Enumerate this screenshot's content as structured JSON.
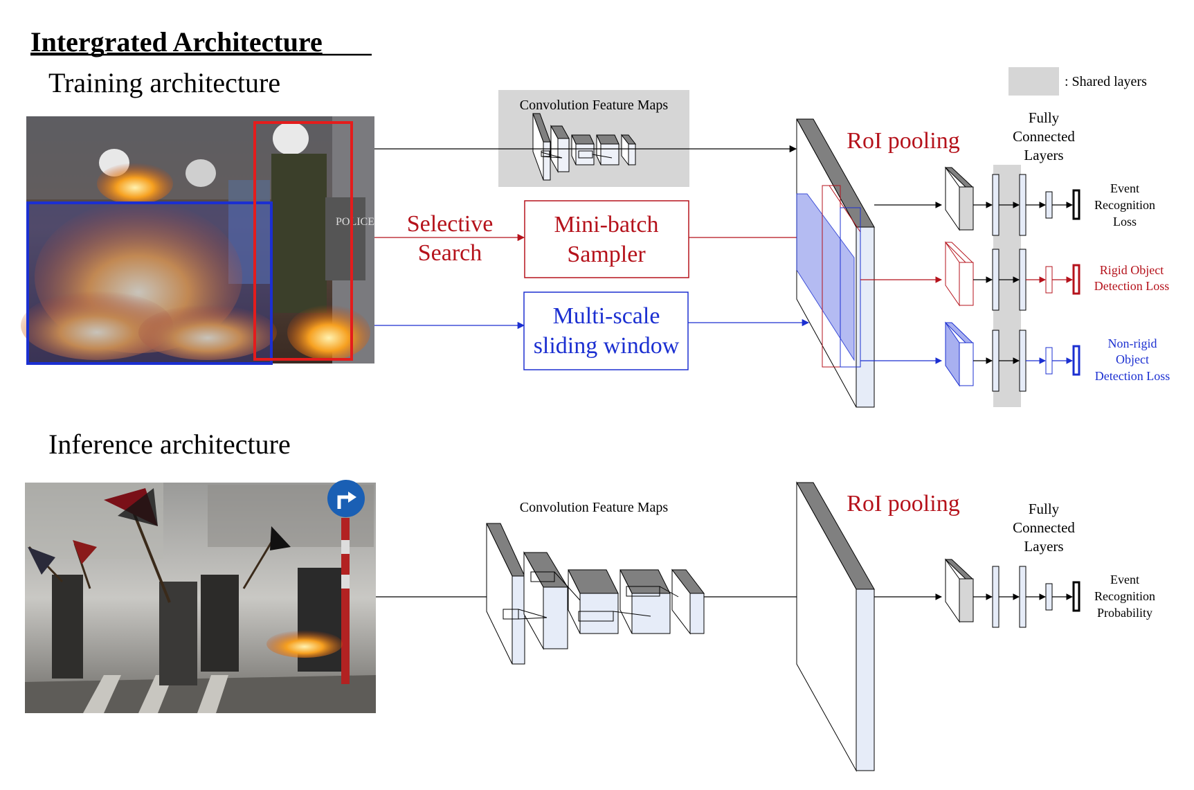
{
  "title": "Intergrated Architecture",
  "training": {
    "heading": "Training architecture",
    "legend_label": ": Shared layers",
    "conv_label": "Convolution Feature Maps",
    "selective_search": [
      "Selective",
      "Search"
    ],
    "mini_batch": [
      "Mini-batch",
      "Sampler"
    ],
    "multi_scale": [
      "Multi-scale",
      "sliding window"
    ],
    "roi_pooling": "RoI pooling",
    "fc_label": [
      "Fully",
      "Connected",
      "Layers"
    ],
    "out_event": [
      "Event",
      "Recognition",
      "Loss"
    ],
    "out_rigid": [
      "Rigid Object",
      "Detection Loss"
    ],
    "out_nonrigid": [
      "Non-rigid",
      "Object",
      "Detection Loss"
    ]
  },
  "inference": {
    "heading": "Inference architecture",
    "conv_label": "Convolution Feature Maps",
    "roi_pooling": "RoI pooling",
    "fc_label": [
      "Fully",
      "Connected",
      "Layers"
    ],
    "out_event": [
      "Event",
      "Recognition",
      "Probability"
    ]
  },
  "images": {
    "training_photo": "riot-fire-photo",
    "inference_photo": "riot-flags-photo"
  },
  "colors": {
    "black": "#000000",
    "red": "#b5121b",
    "blue": "#1b2fd1",
    "bright_red": "#e41c1c",
    "shared_gray": "#d6d6d6",
    "fill_blue": "#e6ecf8",
    "dark_gray": "#808080"
  }
}
